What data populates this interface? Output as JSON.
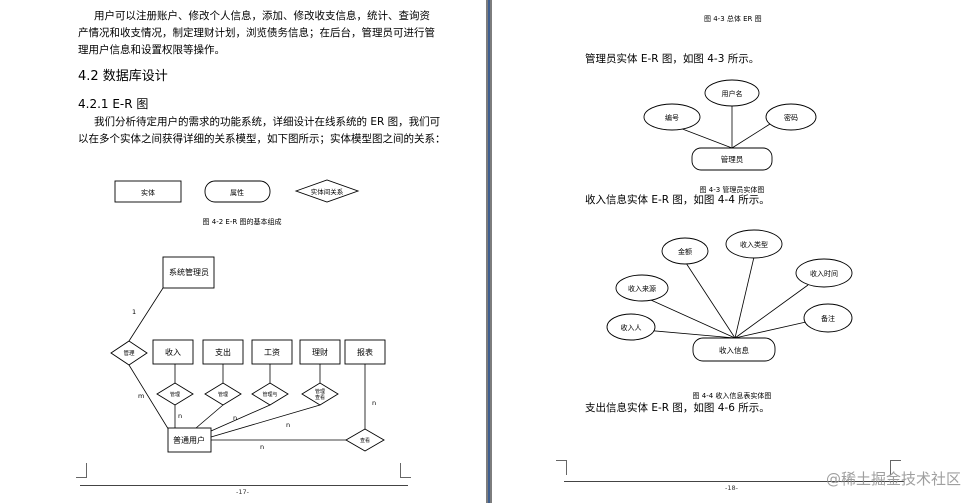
{
  "left_page": {
    "para1": [
      "用户可以注册账户、修改个人信息，添加、修改收支信息，统计、查询资",
      "产情况和收支情况，制定理财计划，浏览债务信息；在后台，管理员可进行管",
      "理用户信息和设置权限等操作。"
    ],
    "section_heading": "4.2   数据库设计",
    "subsection_heading": "4.2.1 E-R 图",
    "para2": [
      "我们分析待定用户的需求的功能系统，详细设计在线系统的 ER 图，我们可",
      "以在多个实体之间获得详细的关系模型，如下图所示；实体模型图之间的关系："
    ],
    "legend": {
      "entity": "实体",
      "attribute": "属性",
      "relation": "实体间关系"
    },
    "fig42_caption": "图 4-2 E-R 图的基本组成",
    "er": {
      "admin": "系统管理员",
      "manage": "管理",
      "income": "收入",
      "expense": "支出",
      "salary": "工资",
      "finance": "理财",
      "report": "报表",
      "user": "普通用户",
      "d_income": "管理",
      "d_expense": "管理",
      "d_salary": "管理与",
      "d_finance": "管理\n查看",
      "d_report": "查看",
      "card_one": "1",
      "card_m": "m",
      "card_n1": "n",
      "card_n2": "n",
      "card_n3": "n",
      "card_n4": "n",
      "card_n5": "n"
    },
    "page_number": "-17-"
  },
  "right_page": {
    "top_caption": "图 4-3 总体 ER 图",
    "para_admin": "管理员实体 E-R 图，如图 4-3 所示。",
    "admin_er": {
      "center": "管理员",
      "id": "编号",
      "username": "用户名",
      "password": "密码"
    },
    "fig43_caption": "图 4-3 管理员实体图",
    "para_income": "收入信息实体 E-R 图，如图 4-4 所示。",
    "income_er": {
      "center": "收入信息",
      "amount": "金额",
      "type": "收入类型",
      "time": "收入时间",
      "source": "收入来源",
      "person": "收入人",
      "note": "备注"
    },
    "fig44_caption": "图 4-4 收入信息表实体图",
    "para_expense": "支出信息实体 E-R 图，如图 4-6 所示。",
    "page_number": "-18-"
  },
  "watermark": "@稀土掘金技术社区"
}
